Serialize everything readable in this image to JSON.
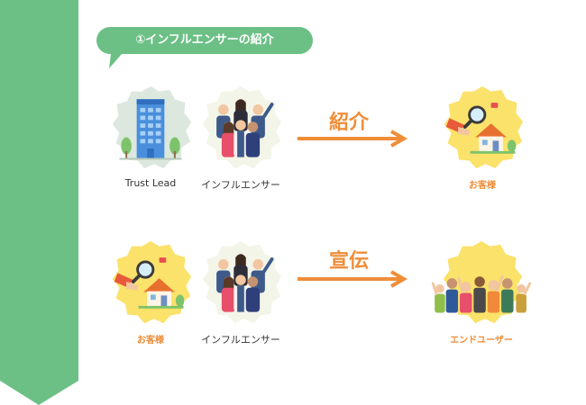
{
  "section_heading": "①インフルエンサーの紹介",
  "colors": {
    "green": "#6cc086",
    "orange": "#ef8d38",
    "yellow": "#fbe26a",
    "pale_green": "#dce8de",
    "cream": "#f3f5e8"
  },
  "rows": [
    {
      "left": [
        {
          "label": "Trust Lead",
          "icon": "office-building-icon"
        },
        {
          "label": "インフルエンサー",
          "icon": "influencer-group-icon"
        }
      ],
      "arrow_label": "紹介",
      "right": {
        "label": "お客様",
        "icon": "customer-house-icon"
      }
    },
    {
      "left": [
        {
          "label": "お客様",
          "icon": "customer-house-icon"
        },
        {
          "label": "インフルエンサー",
          "icon": "influencer-group-icon"
        }
      ],
      "arrow_label": "宣伝",
      "right": {
        "label": "エンドユーザー",
        "icon": "end-user-crowd-icon"
      }
    }
  ]
}
